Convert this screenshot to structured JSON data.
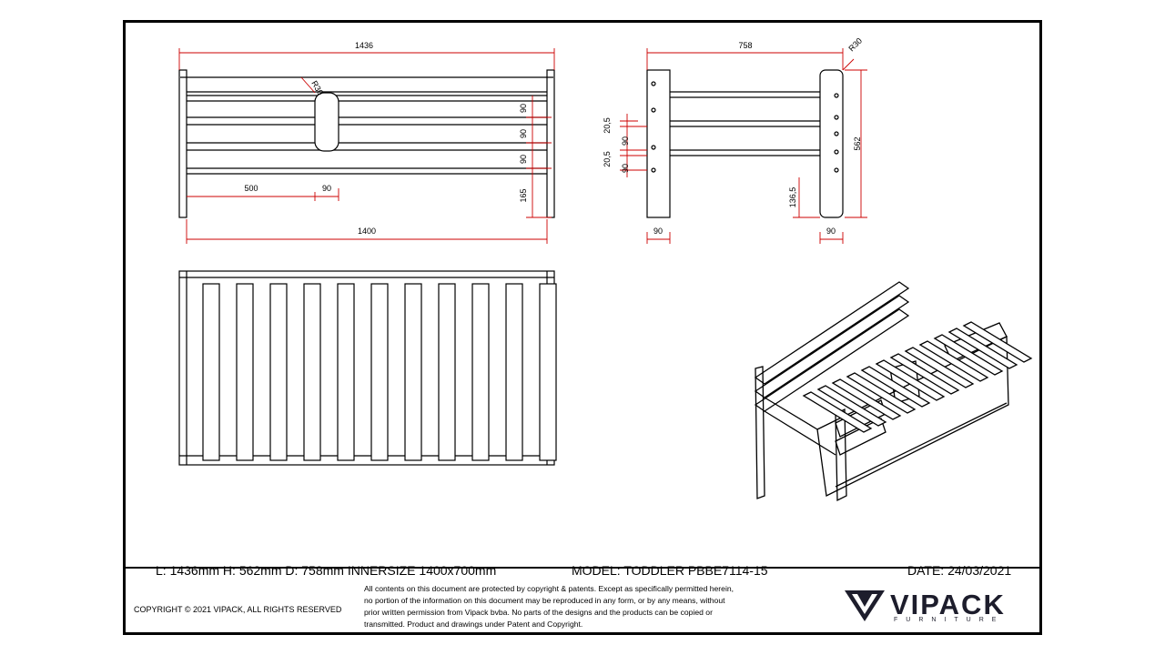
{
  "dimensions": {
    "top_overall_length": "1436",
    "top_inner_length": "1400",
    "top_radius": "R30",
    "top_offset": "500",
    "top_post": "90",
    "top_board_1": "90",
    "top_board_2": "90",
    "top_board_3": "90",
    "top_ground": "165",
    "side_depth": "758",
    "side_radius": "R30",
    "side_height": "562",
    "side_gap_1": "20,5",
    "side_gap_2": "20,5",
    "side_board_1": "90",
    "side_board_2": "90",
    "side_ground": "136,5",
    "side_post_left": "90",
    "side_post_right": "90"
  },
  "info": {
    "size_text": "L: 1436mm H: 562mm D: 758mm INNERSIZE 1400x700mm",
    "model_text": "MODEL: TODDLER PBBE7114-15",
    "date_text": "DATE: 24/03/2021"
  },
  "footer": {
    "copyright": "COPYRIGHT  © 2021 VIPACK, ALL RIGHTS RESERVED",
    "legal_lines": [
      "All contents on this document are protected by copyright & patents. Except as specifically permitted herein,",
      "no portion of the information on this document may be reproduced in any form, or by any means, without",
      "prior written permission from Vipack bvba. No parts of the designs and the products can be copied or",
      "transmitted. Product and drawings under Patent and Copyright."
    ],
    "logo_word": "VIPACK",
    "logo_sub": "FURNITURE"
  },
  "colors": {
    "line": "#000000",
    "dimension": "#cc0000",
    "logo": "#1d1d2c"
  }
}
